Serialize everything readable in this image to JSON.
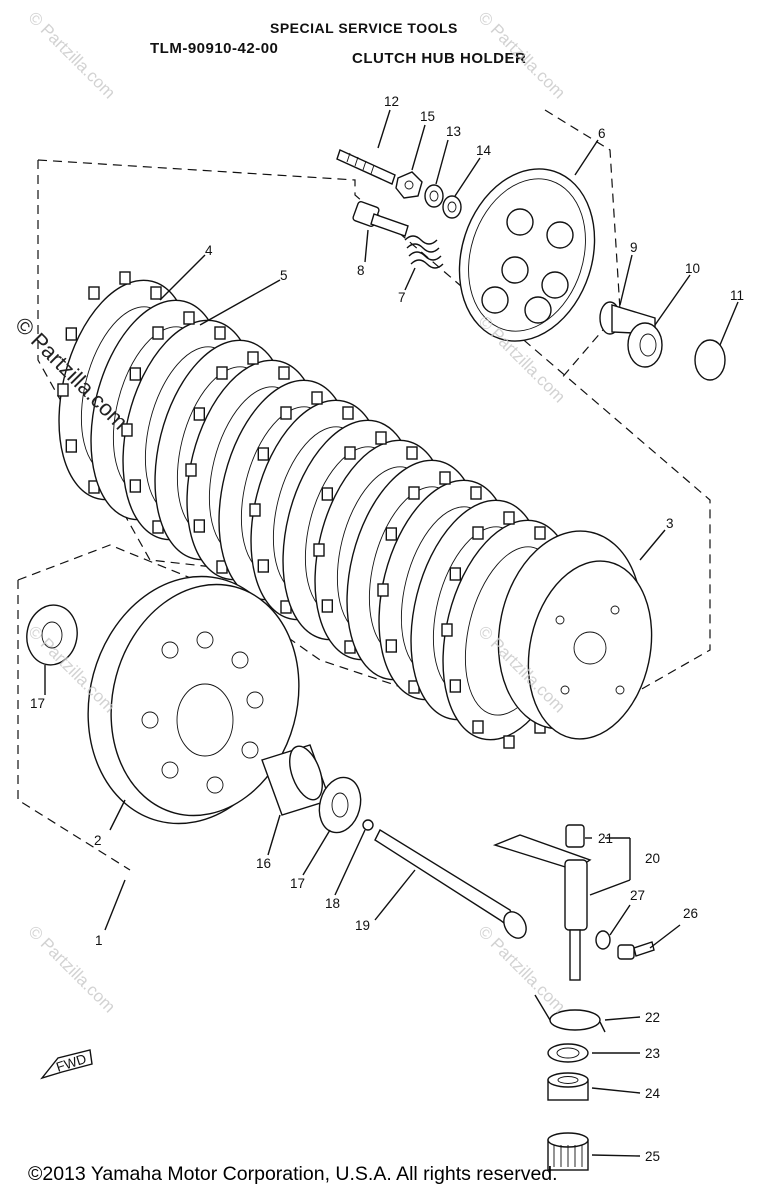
{
  "header": {
    "line1": "SPECIAL SERVICE TOOLS",
    "tool_number": "TLM-90910-42-00",
    "tool_name": "CLUTCH HUB HOLDER"
  },
  "copyright": "©2013 Yamaha Motor Corporation, U.S.A. All rights reserved.",
  "watermark": {
    "text": "© Partzilla.com",
    "color": "#c8c8c8"
  },
  "fwd_label": "FWD",
  "callouts": [
    {
      "id": "c1",
      "label": "1"
    },
    {
      "id": "c2",
      "label": "2"
    },
    {
      "id": "c3",
      "label": "3"
    },
    {
      "id": "c4",
      "label": "4"
    },
    {
      "id": "c5",
      "label": "5"
    },
    {
      "id": "c6",
      "label": "6"
    },
    {
      "id": "c7",
      "label": "7"
    },
    {
      "id": "c8",
      "label": "8"
    },
    {
      "id": "c9",
      "label": "9"
    },
    {
      "id": "c10",
      "label": "10"
    },
    {
      "id": "c11",
      "label": "11"
    },
    {
      "id": "c12",
      "label": "12"
    },
    {
      "id": "c13",
      "label": "13"
    },
    {
      "id": "c14",
      "label": "14"
    },
    {
      "id": "c15",
      "label": "15"
    },
    {
      "id": "c16",
      "label": "16"
    },
    {
      "id": "c17a",
      "label": "17"
    },
    {
      "id": "c17b",
      "label": "17"
    },
    {
      "id": "c18",
      "label": "18"
    },
    {
      "id": "c19",
      "label": "19"
    },
    {
      "id": "c20",
      "label": "20"
    },
    {
      "id": "c21",
      "label": "21"
    },
    {
      "id": "c22",
      "label": "22"
    },
    {
      "id": "c23",
      "label": "23"
    },
    {
      "id": "c24",
      "label": "24"
    },
    {
      "id": "c25",
      "label": "25"
    },
    {
      "id": "c26",
      "label": "26"
    },
    {
      "id": "c27",
      "label": "27"
    }
  ]
}
